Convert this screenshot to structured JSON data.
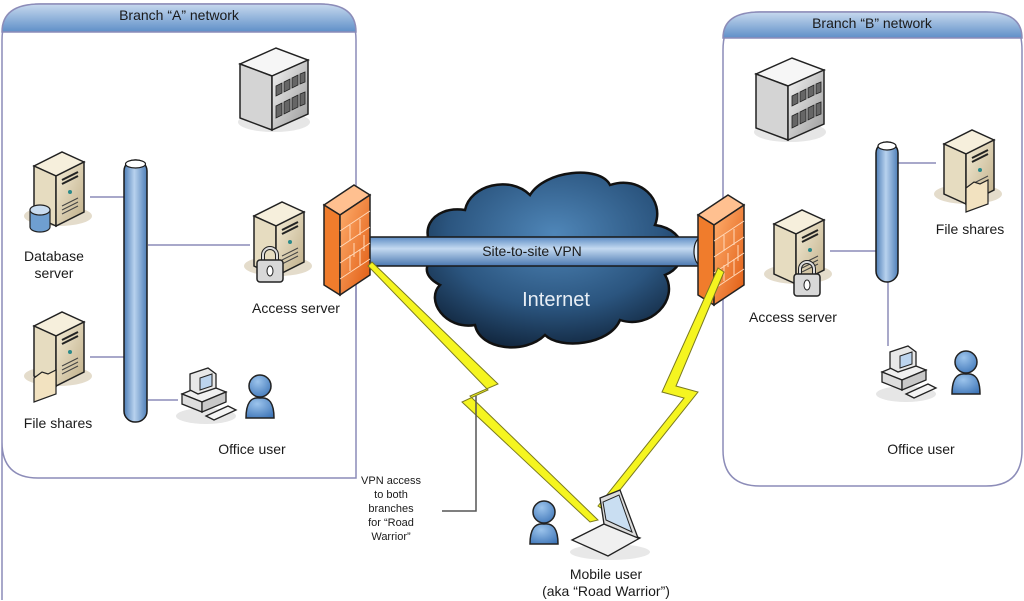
{
  "branch_a": {
    "title": "Branch “A” network",
    "database_server": [
      "Database",
      "server"
    ],
    "file_shares": "File shares",
    "access_server": "Access server",
    "office_user": "Office user"
  },
  "branch_b": {
    "title": "Branch “B” network",
    "file_shares": "File shares",
    "access_server": "Access server",
    "office_user": "Office user"
  },
  "center": {
    "tunnel_label": "Site-to-site VPN",
    "cloud_label": "Internet"
  },
  "callout": {
    "lines": [
      "VPN access",
      "to both",
      "branches",
      "for “Road",
      "Warrior”"
    ]
  },
  "mobile": {
    "lines": [
      "Mobile user",
      "(aka “Road Warrior”)"
    ]
  },
  "colors": {
    "panel_border": "#8c8cb8",
    "header_top": "#b9cfe8",
    "header_bottom": "#5a8cc6",
    "bus": "#6f9fd0",
    "firewall": "#f07c2c",
    "cloud": "#1e3a5a",
    "lightning": "#f5f520"
  }
}
